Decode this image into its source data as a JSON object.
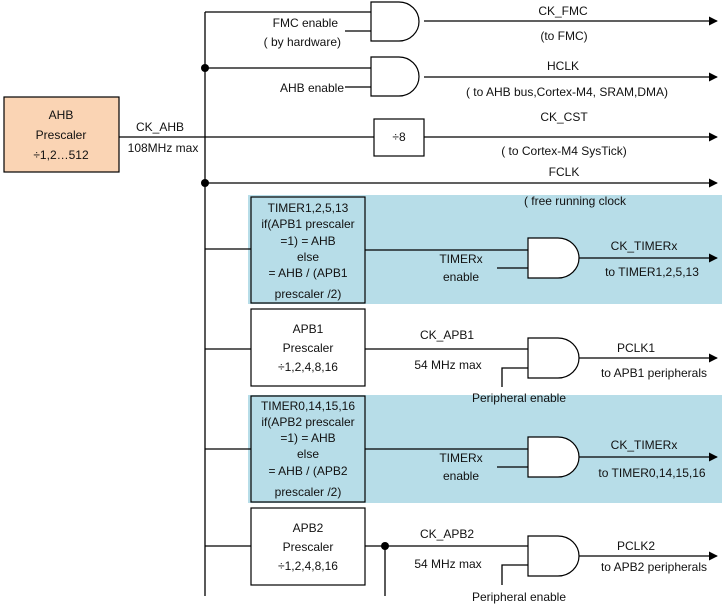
{
  "colors": {
    "ahb_fill": "#fad4b4",
    "timer_band": "#b7dde8",
    "line": "#000000",
    "arrow": "#000000"
  },
  "ahb_prescaler": {
    "l1": "AHB",
    "l2": "Prescaler",
    "l3": "÷1,2…512"
  },
  "ck_ahb": {
    "name": "CK_AHB",
    "max": "108MHz max"
  },
  "fmc": {
    "enable_l1": "FMC enable",
    "enable_l2": "( by hardware)",
    "out": "CK_FMC",
    "dest": "(to FMC)"
  },
  "hclk": {
    "enable": "AHB enable",
    "out": "HCLK",
    "dest": "( to AHB bus,Cortex-M4, SRAM,DMA)"
  },
  "cst": {
    "divider": "÷8",
    "out": "CK_CST",
    "dest": "( to Cortex-M4 SysTick)"
  },
  "fclk": {
    "out": "FCLK",
    "dest": "( free running clock"
  },
  "timer_a": {
    "l1": "TIMER1,2,5,13",
    "l2": "if(APB1 prescaler",
    "l3": "=1) = AHB",
    "l4": "else",
    "l5": "= AHB / (APB1",
    "l6": "prescaler /2)",
    "enable_l1": "TIMERx",
    "enable_l2": "enable",
    "out": "CK_TIMERx",
    "dest": "to TIMER1,2,5,13"
  },
  "apb1": {
    "l1": "APB1",
    "l2": "Prescaler",
    "l3": "÷1,2,4,8,16",
    "bus": "CK_APB1",
    "max": "54 MHz max",
    "out": "PCLK1",
    "dest": "to APB1 peripherals",
    "enable": "Peripheral enable"
  },
  "timer_b": {
    "l1": "TIMER0,14,15,16",
    "l2": "if(APB2 prescaler",
    "l3": "=1) = AHB",
    "l4": "else",
    "l5": "= AHB / (APB2",
    "l6": "prescaler /2)",
    "enable_l1": "TIMERx",
    "enable_l2": "enable",
    "out": "CK_TIMERx",
    "dest": "to TIMER0,14,15,16"
  },
  "apb2": {
    "l1": "APB2",
    "l2": "Prescaler",
    "l3": "÷1,2,4,8,16",
    "bus": "CK_APB2",
    "max": "54 MHz max",
    "out": "PCLK2",
    "dest": "to APB2 peripherals",
    "enable": "Peripheral enable"
  }
}
